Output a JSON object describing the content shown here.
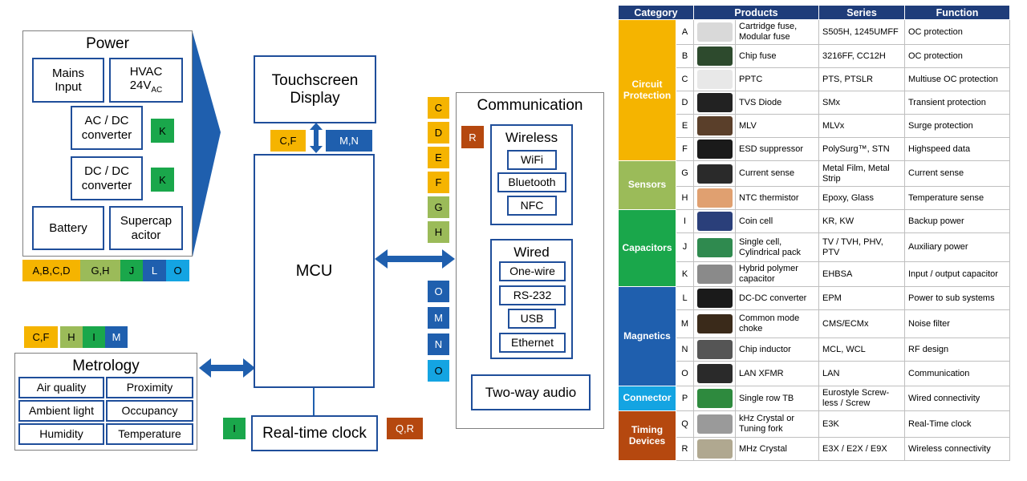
{
  "power": {
    "title": "Power",
    "mains": [
      "Mains",
      "Input"
    ],
    "hvac": "HVAC",
    "hvac_value": "24V",
    "hvac_sub": "AC",
    "acdc": [
      "AC / DC",
      "converter"
    ],
    "dcdc": [
      "DC / DC",
      "converter"
    ],
    "acdc_tag": "K",
    "dcdc_tag": "K",
    "battery": "Battery",
    "supercap": [
      "Supercap",
      "acitor"
    ],
    "tags": [
      "A,B,C,D",
      "G,H",
      "J",
      "L",
      "O"
    ]
  },
  "touchscreen": {
    "label": [
      "Touchscreen",
      "Display"
    ],
    "tag_left": "C,F",
    "tag_right": "M,N"
  },
  "mcu": {
    "label": "MCU"
  },
  "rtc": {
    "label": "Real-time clock",
    "tag_left": "I",
    "tag_right": "Q,R"
  },
  "metrology": {
    "title": "Metrology",
    "items": [
      "Air quality",
      "Proximity",
      "Ambient light",
      "Occupancy",
      "Humidity",
      "Temperature"
    ],
    "tags": [
      "C,F",
      "H",
      "I",
      "M"
    ]
  },
  "communication": {
    "title": "Communication",
    "wireless_title": "Wireless",
    "wireless_tag": "R",
    "wireless_items": [
      "WiFi",
      "Bluetooth",
      "NFC"
    ],
    "wired_title": "Wired",
    "wired_items": [
      "One-wire",
      "RS-232",
      "USB",
      "Ethernet"
    ],
    "audio": "Two-way audio",
    "tags_top": [
      "C",
      "D",
      "E",
      "F",
      "G",
      "H"
    ],
    "tags_bottom": [
      "O",
      "M",
      "N",
      "O"
    ]
  },
  "table": {
    "headers": [
      "Category",
      "Products",
      "Series",
      "Function"
    ],
    "categories": [
      {
        "name": "Circuit Protection",
        "color": "#f5b400",
        "rows": 6
      },
      {
        "name": "Sensors",
        "color": "#9bbb59",
        "rows": 2
      },
      {
        "name": "Capacitors",
        "color": "#1aa74b",
        "rows": 3
      },
      {
        "name": "Magnetics",
        "color": "#1f5fae",
        "rows": 4
      },
      {
        "name": "Connector",
        "color": "#14a4e2",
        "rows": 1
      },
      {
        "name": "Timing Devices",
        "color": "#b5480f",
        "rows": 2
      }
    ],
    "rows": [
      {
        "letter": "A",
        "product": "Cartridge fuse, Modular fuse",
        "series": "S505H, 1245UMFF",
        "function": "OC protection",
        "thumb": "#d9d9d9"
      },
      {
        "letter": "B",
        "product": "Chip fuse",
        "series": "3216FF, CC12H",
        "function": "OC protection",
        "thumb": "#2d4a2d"
      },
      {
        "letter": "C",
        "product": "PPTC",
        "series": "PTS, PTSLR",
        "function": "Multiuse OC protection",
        "thumb": "#e8e8e8"
      },
      {
        "letter": "D",
        "product": "TVS Diode",
        "series": "SMx",
        "function": "Transient protection",
        "thumb": "#222222"
      },
      {
        "letter": "E",
        "product": "MLV",
        "series": "MLVx",
        "function": "Surge protection",
        "thumb": "#5a3f2a"
      },
      {
        "letter": "F",
        "product": "ESD suppressor",
        "series": "PolySurg™, STN",
        "function": "Highspeed data",
        "thumb": "#1a1a1a"
      },
      {
        "letter": "G",
        "product": "Current sense",
        "series": "Metal Film, Metal Strip",
        "function": "Current sense",
        "thumb": "#2a2a2a"
      },
      {
        "letter": "H",
        "product": "NTC thermistor",
        "series": "Epoxy, Glass",
        "function": "Temperature sense",
        "thumb": "#e0a070"
      },
      {
        "letter": "I",
        "product": "Coin cell",
        "series": "KR, KW",
        "function": "Backup power",
        "thumb": "#2a3f7a"
      },
      {
        "letter": "J",
        "product": "Single cell, Cylindrical pack",
        "series": "TV / TVH, PHV, PTV",
        "function": "Auxiliary power",
        "thumb": "#2f8a4f"
      },
      {
        "letter": "K",
        "product": "Hybrid polymer capacitor",
        "series": "EHBSA",
        "function": "Input / output capacitor",
        "thumb": "#8a8a8a"
      },
      {
        "letter": "L",
        "product": "DC-DC converter",
        "series": "EPM",
        "function": "Power to sub systems",
        "thumb": "#1a1a1a"
      },
      {
        "letter": "M",
        "product": "Common mode choke",
        "series": "CMS/ECMx",
        "function": "Noise filter",
        "thumb": "#3a2a1a"
      },
      {
        "letter": "N",
        "product": "Chip inductor",
        "series": "MCL, WCL",
        "function": "RF design",
        "thumb": "#555555"
      },
      {
        "letter": "O",
        "product": "LAN XFMR",
        "series": "LAN",
        "function": "Communication",
        "thumb": "#2a2a2a"
      },
      {
        "letter": "P",
        "product": "Single row TB",
        "series": "Eurostyle Screw-less / Screw",
        "function": "Wired connectivity",
        "thumb": "#2e8a3e"
      },
      {
        "letter": "Q",
        "product": "kHz Crystal or Tuning fork",
        "series": "E3K",
        "function": "Real-Time clock",
        "thumb": "#9a9a9a"
      },
      {
        "letter": "R",
        "product": "MHz Crystal",
        "series": "E3X / E2X / E9X",
        "function": "Wireless connectivity",
        "thumb": "#b0a890"
      }
    ]
  }
}
